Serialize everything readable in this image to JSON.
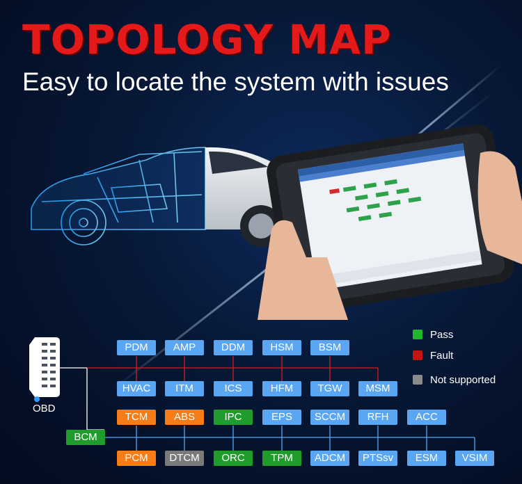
{
  "title": "TOPOLOGY MAP",
  "subtitle": "Easy to locate the system with issues",
  "legend": {
    "pass": {
      "label": "Pass",
      "color": "#1fb82c"
    },
    "fault": {
      "label": "Fault",
      "color": "#c01515"
    },
    "not_supported": {
      "label": "Not supported",
      "color": "#8a8a8a"
    }
  },
  "obd_label": "OBD",
  "modules": {
    "row1": [
      "PDM",
      "AMP",
      "DDM",
      "HSM",
      "BSM"
    ],
    "row2": [
      "HVAC",
      "ITM",
      "ICS",
      "HFM",
      "TGW",
      "MSM"
    ],
    "row3": [
      "TCM",
      "ABS",
      "IPC",
      "EPS",
      "SCCM",
      "RFH",
      "ACC"
    ],
    "bcm": "BCM",
    "row4": [
      "PCM",
      "DTCM",
      "ORC",
      "TPM",
      "ADCM",
      "PTSsv",
      "ESM",
      "VSIM"
    ]
  }
}
